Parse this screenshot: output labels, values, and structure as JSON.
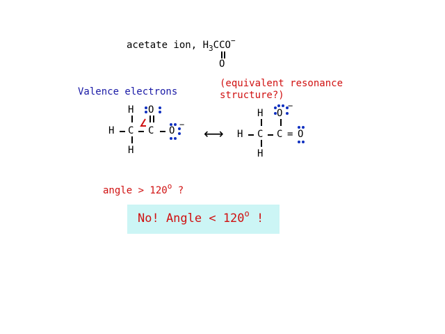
{
  "colors": {
    "accent_blue": "#1a1aa6",
    "accent_red": "#d01010",
    "dot_blue": "#1030c0",
    "answer_bg": "#ccf5f5"
  },
  "title": {
    "prefix": "acetate ion, H",
    "sub": "3",
    "suffix": "CCO",
    "charge": "−",
    "oxygen_below": "O"
  },
  "labels": {
    "valence": "Valence electrons",
    "resonance_line1": "(equivalent resonance",
    "resonance_line2": "structure?)",
    "arrow": "⟷",
    "question_prefix": "angle > 120",
    "question_sup": "o",
    "question_suffix": " ?",
    "answer_prefix": "No!  Angle < 120",
    "answer_sup": "o",
    "answer_suffix": " !"
  },
  "left_structure": {
    "H_top": "H",
    "H_left": "H",
    "H_bottom": "H",
    "C1": "C",
    "C2": "C",
    "O_top": "O",
    "O_right": "O",
    "charge": "−",
    "dash": "−",
    "angle_mark": "∠"
  },
  "right_structure": {
    "H_top": "H",
    "H_left": "H",
    "H_bottom": "H",
    "C1": "C",
    "C2": "C",
    "O_top": "O",
    "O_right": "O",
    "charge": "−",
    "dash": "−",
    "equals": "="
  }
}
